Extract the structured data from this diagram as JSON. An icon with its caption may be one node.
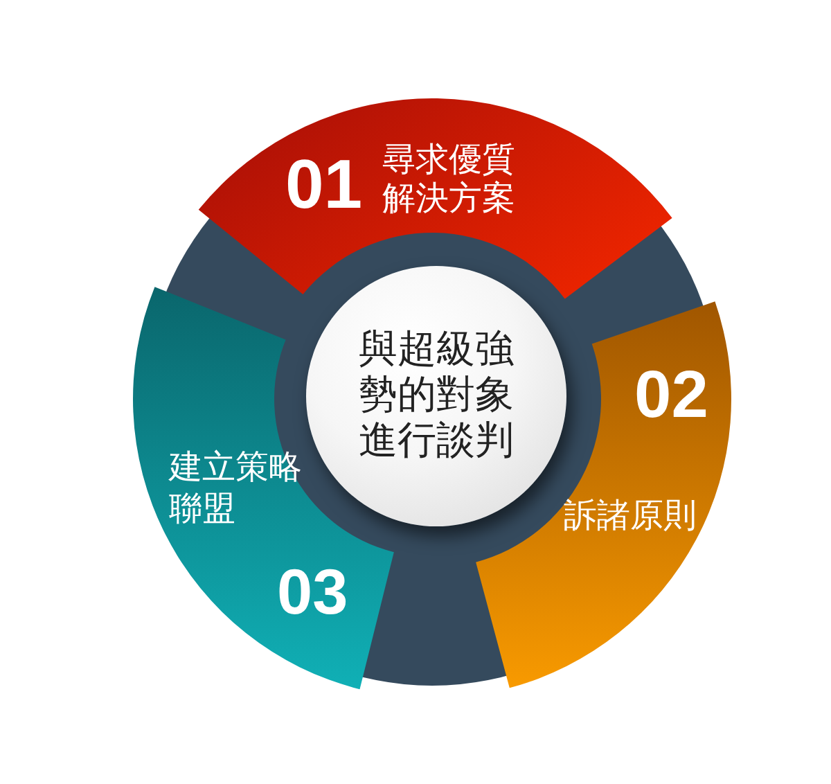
{
  "diagram": {
    "nodes": [
      {
        "text": [
          "與超級強勢的對象進行談判"
        ]
      },
      {
        "text": [
          "01",
          "尋求優質解決方案"
        ]
      },
      {
        "text": [
          "02",
          "訴諸原則"
        ]
      },
      {
        "text": [
          "建立策略聯盟",
          "03"
        ]
      }
    ]
  }
}
